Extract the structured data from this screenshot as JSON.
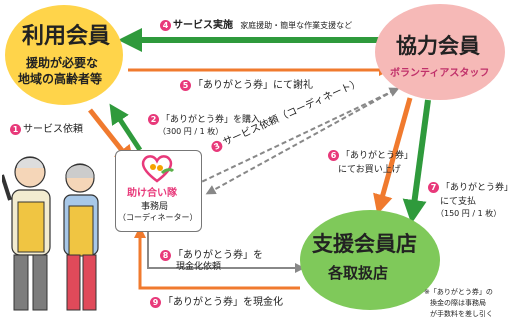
{
  "colors": {
    "user_bubble": "#ffd44a",
    "helper_bubble": "#f6b9b7",
    "support_bubble": "#7fc95a",
    "orange_arrow": "#f07a2e",
    "green_arrow": "#2f9a3c",
    "pink_number": "#e8397a"
  },
  "user_member": {
    "title": "利用会員",
    "desc_line1": "援助が必要な",
    "desc_line2": "地域の高齢者等"
  },
  "helper_member": {
    "title": "協力会員",
    "subtitle": "ボランティアスタッフ"
  },
  "support_store": {
    "title": "支援会員店",
    "subtitle": "各取扱店"
  },
  "office": {
    "logo_text": "助け合い隊",
    "line1": "事務局",
    "line2": "（コーディネーター）"
  },
  "steps": [
    {
      "num": "1",
      "text": "サービス依頼"
    },
    {
      "num": "2",
      "text": "「ありがとう券」を購入",
      "sub": "（300 円 / 1 枚）"
    },
    {
      "num": "3",
      "text": "サービス依頼（コーディネート）"
    },
    {
      "num": "4",
      "text": "サービス実施",
      "sub": "家庭援助・簡単な作業支援など"
    },
    {
      "num": "5",
      "text": "「ありがとう券」にて謝礼"
    },
    {
      "num": "6",
      "text": "「ありがとう券」",
      "sub": "にてお買い上げ"
    },
    {
      "num": "7",
      "text": "「ありがとう券」",
      "sub": "にて支払",
      "sub2": "（150 円 / 1 枚）"
    },
    {
      "num": "8",
      "text": "「ありがとう券」を",
      "sub": "現金化依頼"
    },
    {
      "num": "9",
      "text": "「ありがとう券」を現金化"
    }
  ],
  "note_line1": "※「ありがとう券」の",
  "note_line2": "換金の際は事務局",
  "note_line3": "が手数料を差し引く"
}
